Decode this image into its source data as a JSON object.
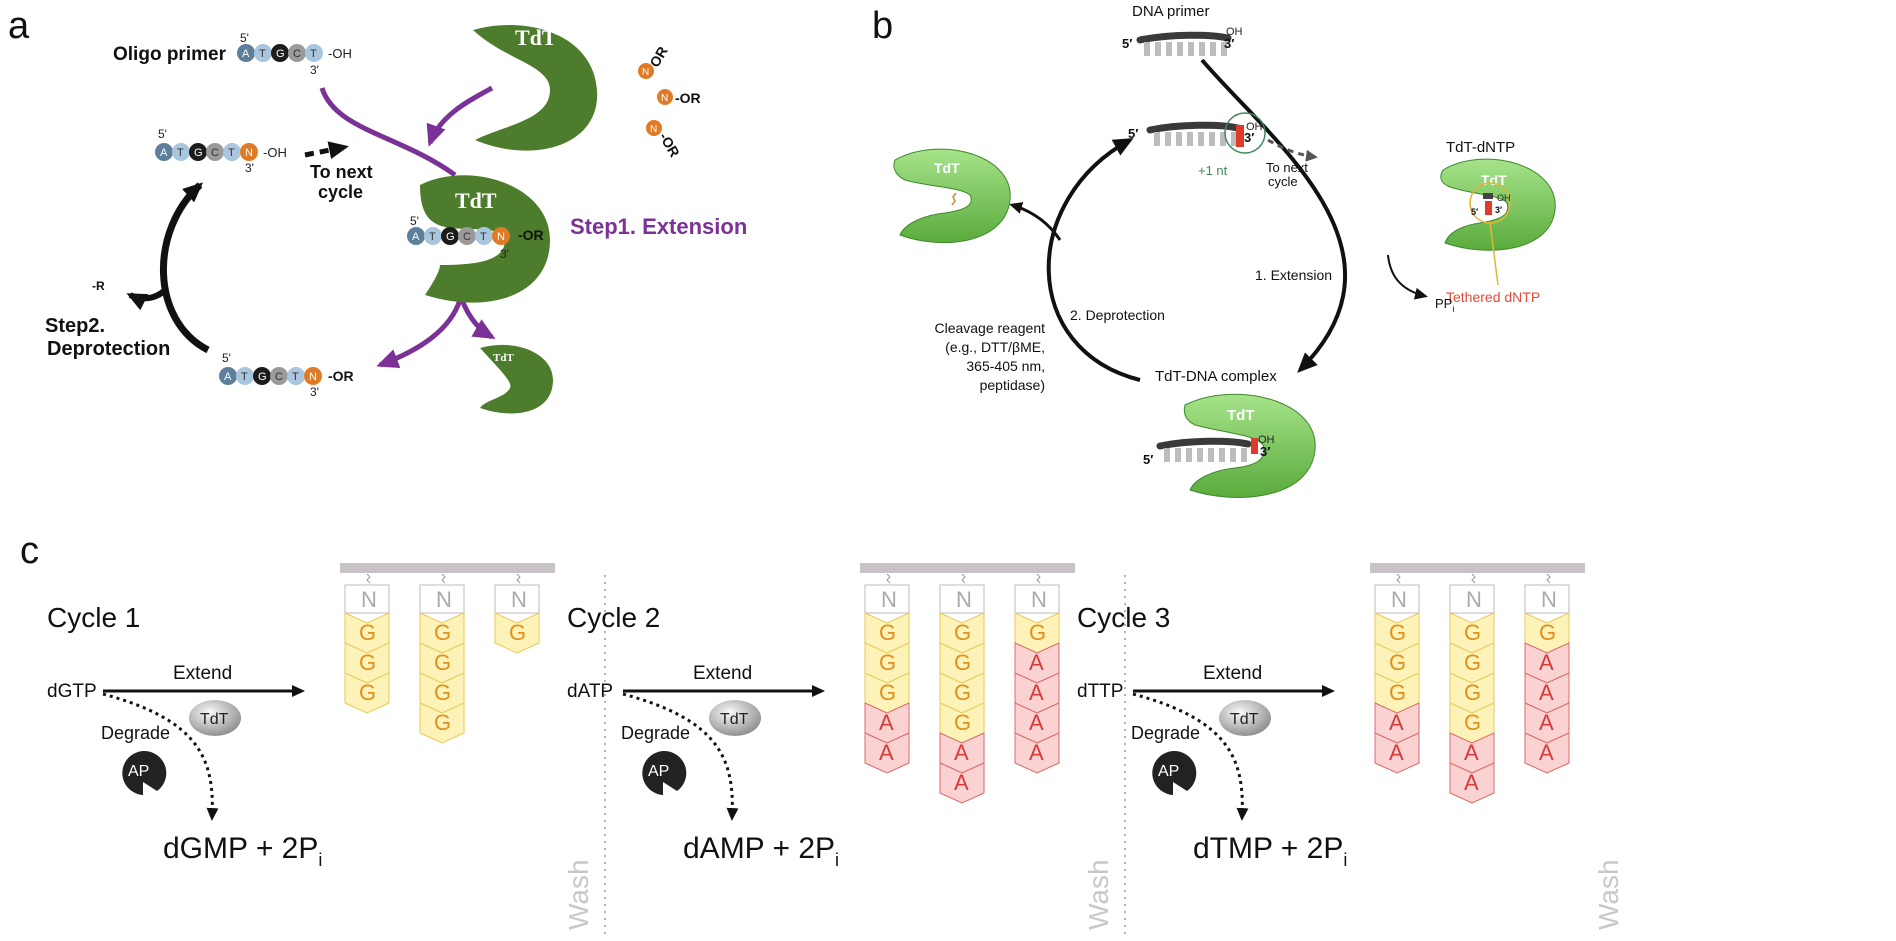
{
  "panel_a": {
    "letter": "a",
    "oligo_label": "Oligo primer",
    "five_prime": "5'",
    "three_prime": "3'",
    "oh": "-OH",
    "or": "-OR",
    "or_short": "OR",
    "n": "N",
    "primer_bases": [
      "A",
      "T",
      "G",
      "C",
      "T"
    ],
    "tdt": "TdT",
    "next_cycle_line1": "To next",
    "next_cycle_line2": "cycle",
    "step1": "Step1. Extension",
    "step2_line1": "Step2.",
    "step2_line2": "Deprotection",
    "minus_r": "-R"
  },
  "panel_b": {
    "letter": "b",
    "dna_primer": "DNA primer",
    "five_prime": "5′",
    "three_prime": "3′",
    "oh": "OH",
    "plus1": "+1 nt",
    "to_next_line1": "To next",
    "to_next_line2": "cycle",
    "tdt": "TdT",
    "tdt_dntp": "TdT-dNTP",
    "tethered": "Tethered dNTP",
    "extension": "1. Extension",
    "deprotection": "2. Deprotection",
    "ppi_main": "PP",
    "ppi_sub": "i",
    "complex": "TdT-DNA complex",
    "cleavage_lines": [
      "Cleavage reagent",
      "(e.g., DTT/βME,",
      "365-405 nm,",
      "peptidase)"
    ]
  },
  "panel_c": {
    "letter": "c",
    "cycles": [
      {
        "title": "Cycle 1",
        "nucleotide": "dGTP",
        "product": "dGMP + 2P",
        "columns": [
          [
            "G",
            "G",
            "G"
          ],
          [
            "G",
            "G",
            "G",
            "G"
          ],
          [
            "G"
          ]
        ]
      },
      {
        "title": "Cycle 2",
        "nucleotide": "dATP",
        "product": "dAMP + 2P",
        "columns": [
          [
            "G",
            "G",
            "G",
            "A",
            "A"
          ],
          [
            "G",
            "G",
            "G",
            "G",
            "A",
            "A"
          ],
          [
            "G",
            "A",
            "A",
            "A",
            "A"
          ]
        ]
      },
      {
        "title": "Cycle 3",
        "nucleotide": "dTTP",
        "product": "dTMP + 2P",
        "columns": [
          [
            "G",
            "G",
            "G",
            "A",
            "A"
          ],
          [
            "G",
            "G",
            "G",
            "G",
            "A",
            "A"
          ],
          [
            "G",
            "A",
            "A",
            "A",
            "A"
          ]
        ]
      }
    ],
    "extend": "Extend",
    "degrade": "Degrade",
    "tdt": "TdT",
    "ap": "AP",
    "sub_i": "i",
    "n": "N",
    "wash": "Wash"
  },
  "colors": {
    "tdt_dark": "#4d7d2c",
    "tdt_light": "#7dc95a",
    "purple": "#7b3296",
    "orange": "#e07b25",
    "g_text": "#e0901c",
    "a_text": "#d83a3a",
    "g_fill": "#fdf3b8",
    "a_fill": "#fbd2d2"
  }
}
